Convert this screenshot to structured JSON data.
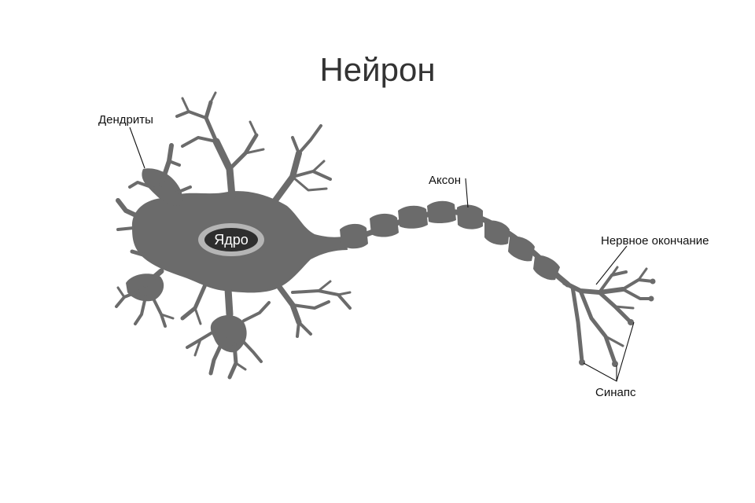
{
  "diagram": {
    "title": "Нейрон",
    "labels": {
      "dendrites": "Дендриты",
      "nucleus": "Ядро",
      "axon": "Аксон",
      "nerve_ending": "Нервное окончание",
      "synapse": "Синапс"
    },
    "colors": {
      "cell": "#6b6b6b",
      "nucleus_ring": "#b5b5b5",
      "nucleus_core": "#2e2e2e",
      "text": "#111111"
    }
  }
}
